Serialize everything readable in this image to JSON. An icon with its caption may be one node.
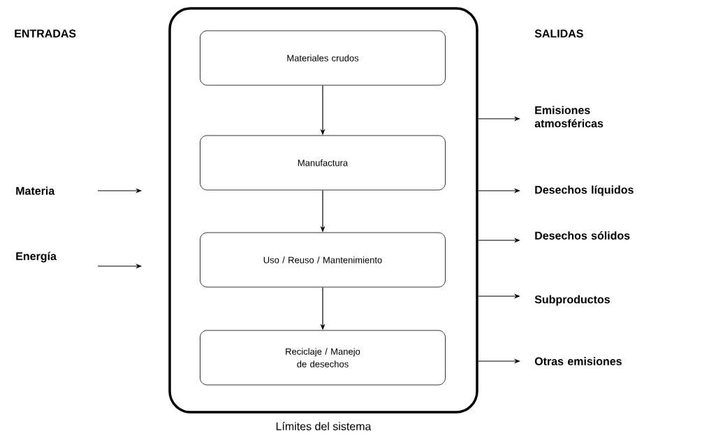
{
  "diagram": {
    "nodes": [
      {
        "text": [
          "Límites del sistema"
        ]
      },
      {
        "text": [
          "Materiales crudos"
        ],
        "in": 0
      },
      {
        "text": [
          "Manufactura"
        ],
        "in": 0
      },
      {
        "text": [
          "Uso / Reuso / Mantenimiento"
        ],
        "in": 0
      },
      {
        "text": [
          "Reciclaje / Manejo de desechos"
        ],
        "in": 0
      },
      {
        "text": [
          "Materia"
        ]
      },
      {
        "text": [
          "Energía"
        ]
      },
      {
        "text": [
          "Emisiones atmosféricas"
        ]
      },
      {
        "text": [
          "Desechos líquidos"
        ]
      },
      {
        "text": [
          "Desechos sólidos"
        ]
      },
      {
        "text": [
          "Subproductos"
        ]
      },
      {
        "text": [
          "Otras emisiones"
        ]
      }
    ],
    "edges": [
      {
        "from": 1,
        "to": 2,
        "arrow": "to"
      },
      {
        "from": 2,
        "to": 3,
        "arrow": "to"
      },
      {
        "from": 3,
        "to": 4,
        "arrow": "to"
      },
      {
        "from": 5,
        "to": 0,
        "arrow": "to"
      },
      {
        "from": 6,
        "to": 0,
        "arrow": "to"
      },
      {
        "from": 0,
        "to": 7,
        "arrow": "to"
      },
      {
        "from": 0,
        "to": 8,
        "arrow": "to"
      },
      {
        "from": 0,
        "to": 9,
        "arrow": "to"
      },
      {
        "from": 0,
        "to": 10,
        "arrow": "to"
      },
      {
        "from": 0,
        "to": 11,
        "arrow": "to"
      }
    ],
    "labels": [
      "ENTRADAS",
      "SALIDAS"
    ]
  }
}
